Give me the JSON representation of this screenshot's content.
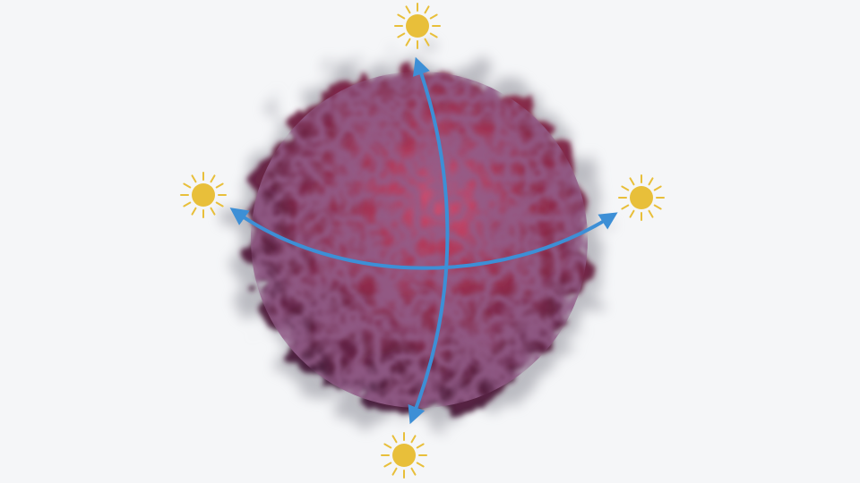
{
  "colors": {
    "background": "#f5f6f8",
    "volume_core": "#8a2a4a",
    "volume_highlight": "#d24a6c",
    "volume_shadow": "#4a2040",
    "volume_haze": "#8c8c96",
    "arrow": "#3d8fd6",
    "sun_fill": "#e8bf3a",
    "sun_rays": "#e8bf3a"
  },
  "scene": {
    "subject": "volumetric-cloud",
    "light_icon": "sun-icon",
    "light_count": 4,
    "arrow_count": 2
  }
}
